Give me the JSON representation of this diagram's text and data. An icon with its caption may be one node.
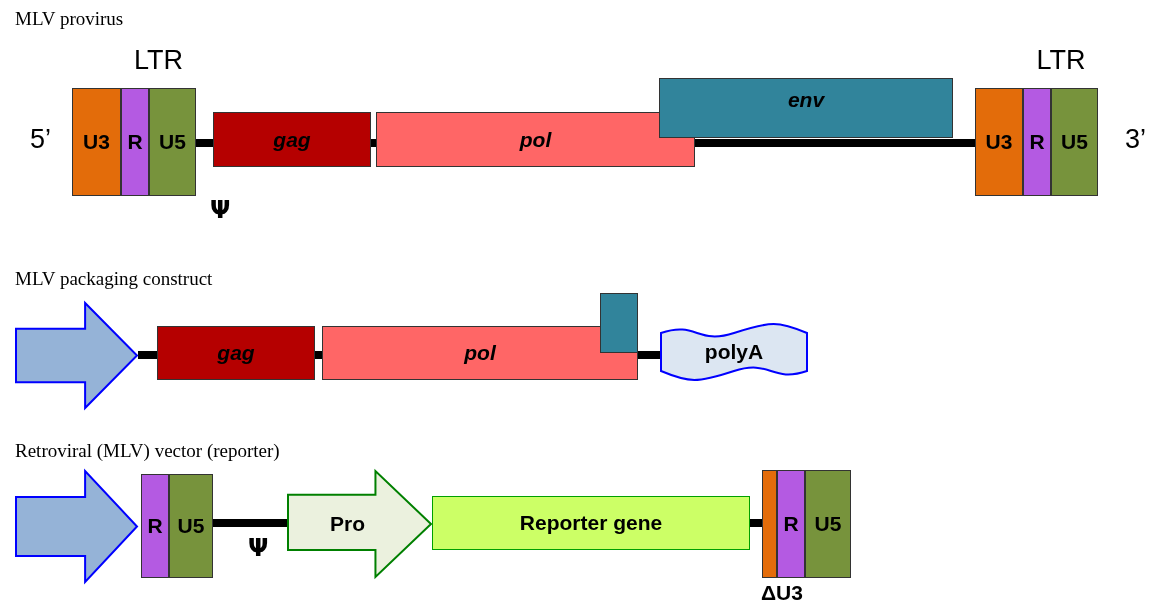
{
  "diagram": {
    "nodes": [
      {
        "text": [
          "LTR"
        ]
      },
      {
        "text": [
          "U3"
        ],
        "in": 0
      },
      {
        "text": [
          "R"
        ],
        "in": 0
      },
      {
        "text": [
          "U5"
        ],
        "in": 0
      },
      {
        "text": [
          "gag"
        ]
      },
      {
        "text": [
          "pol"
        ]
      },
      {
        "text": [
          "env"
        ]
      },
      {
        "text": [
          "LTR"
        ]
      },
      {
        "text": [
          "U3"
        ],
        "in": 7
      },
      {
        "text": [
          "R"
        ],
        "in": 7
      },
      {
        "text": [
          "U5"
        ],
        "in": 7
      },
      {
        "text": [],
        "shape": "arrow"
      },
      {
        "text": [
          "gag"
        ]
      },
      {
        "text": [
          "pol"
        ]
      },
      {
        "text": [],
        "shape": "box"
      },
      {
        "text": [
          "polyA"
        ]
      },
      {
        "text": [],
        "shape": "arrow"
      },
      {
        "text": [
          "R"
        ]
      },
      {
        "text": [
          "U5"
        ]
      },
      {
        "text": [
          "Pro"
        ]
      },
      {
        "text": [
          "Reporter gene"
        ]
      },
      {
        "text": [],
        "shape": "box",
        "beside": [
          "ΔU3"
        ]
      },
      {
        "text": [
          "R"
        ]
      },
      {
        "text": [
          "U5"
        ]
      }
    ],
    "edges": [
      {
        "from": 3,
        "to": 4,
        "arrow": "none"
      },
      {
        "from": 4,
        "to": 5,
        "arrow": "none"
      },
      {
        "from": 5,
        "to": 8,
        "arrow": "none"
      },
      {
        "from": 11,
        "to": 12,
        "arrow": "none"
      },
      {
        "from": 12,
        "to": 13,
        "arrow": "none"
      },
      {
        "from": 13,
        "to": 15,
        "arrow": "none"
      },
      {
        "from": 18,
        "to": 19,
        "arrow": "none"
      },
      {
        "from": 20,
        "to": 21,
        "arrow": "none"
      }
    ],
    "labels": [
      "MLV provirus",
      "5’",
      "3’",
      "Ψ",
      "MLV packaging construct",
      "Retroviral (MLV) vector (reporter)",
      "Ψ"
    ]
  }
}
